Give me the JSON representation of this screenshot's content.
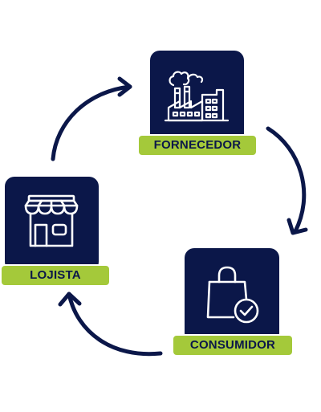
{
  "nodes": {
    "fornecedor": {
      "label": "FORNECEDOR",
      "icon": "factory-icon"
    },
    "lojista": {
      "label": "LOJISTA",
      "icon": "storefront-icon"
    },
    "consumidor": {
      "label": "CONSUMIDOR",
      "icon": "shopping-bag-check-icon"
    }
  },
  "colors": {
    "card": "#0b1749",
    "label_bg": "#a4c93a",
    "label_text": "#0b1749",
    "arrow": "#0b1749",
    "icon": "#ffffff",
    "background": "#ffffff"
  }
}
